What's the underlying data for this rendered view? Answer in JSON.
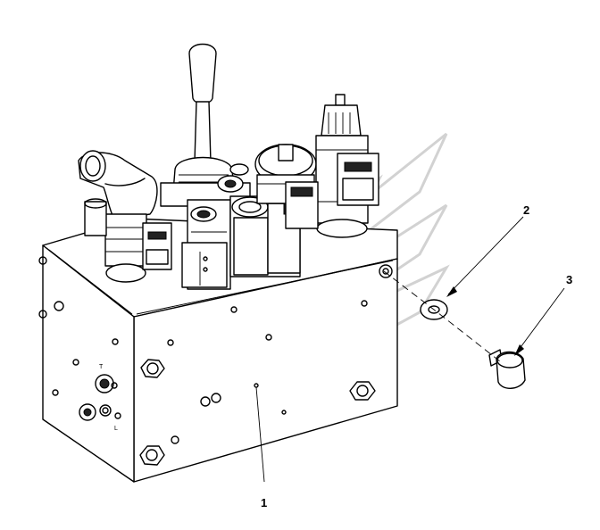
{
  "callouts": [
    {
      "id": "callout-1",
      "label": "1"
    },
    {
      "id": "callout-2",
      "label": "2"
    },
    {
      "id": "callout-3",
      "label": "3"
    }
  ],
  "port_marks": {
    "port_t": "T",
    "port_l": "L"
  },
  "colors": {
    "line": "#000000",
    "background": "#ffffff",
    "watermark": "#d2d2d2"
  }
}
